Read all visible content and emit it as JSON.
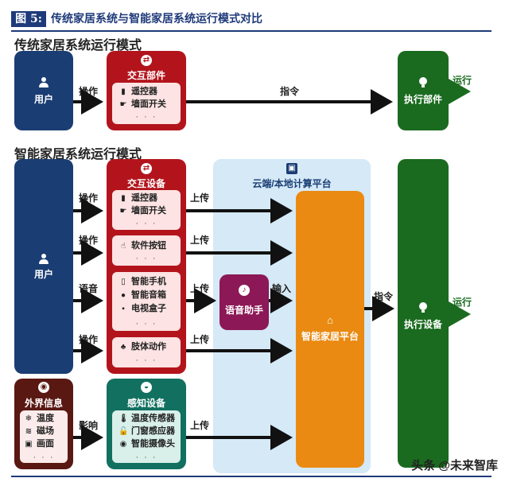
{
  "figure": {
    "number": "图 5:",
    "title": "传统家居系统与智能家居系统运行模式对比"
  },
  "traditional": {
    "section_title": "传统家居系统运行模式",
    "user": "用户",
    "operate": "操作",
    "interaction": {
      "title": "交互部件",
      "items": [
        "遥控器",
        "墙面开关"
      ],
      "more": "· · ·"
    },
    "command": "指令",
    "executor": "执行部件",
    "run": "运行"
  },
  "smart": {
    "section_title": "智能家居系统运行模式",
    "user": "用户",
    "interaction_title": "交互设备",
    "groups": [
      {
        "input_label": "操作",
        "items": [
          "遥控器",
          "墙面开关"
        ],
        "upload": "上传"
      },
      {
        "input_label": "操作",
        "items": [
          "软件按钮"
        ],
        "upload": "上传"
      },
      {
        "input_label": "语音",
        "items": [
          "智能手机",
          "智能音箱",
          "电视盒子"
        ],
        "upload": "上传"
      },
      {
        "input_label": "操作",
        "items": [
          "肢体动作"
        ],
        "upload": "上传"
      }
    ],
    "more": "· · ·",
    "external": {
      "title": "外界信息",
      "items": [
        "温度",
        "磁场",
        "画面"
      ],
      "influence": "影响"
    },
    "sensing": {
      "title": "感知设备",
      "items": [
        "温度传感器",
        "门窗感应器",
        "智能摄像头"
      ],
      "upload": "上传"
    },
    "cloud_title": "云端/本地计算平台",
    "voice_assistant": "语音助手",
    "input": "输入",
    "platform": "智能家居平台",
    "command": "指令",
    "executor": "执行设备",
    "run": "运行"
  },
  "colors": {
    "navy": "#1a3d73",
    "red": "#b3141c",
    "green": "#1a6b1f",
    "orange": "#ea8a12",
    "purple": "#8c1857",
    "teal": "#127060",
    "cloud": "#d5e9f7"
  },
  "watermark": "头条 @未来智库"
}
